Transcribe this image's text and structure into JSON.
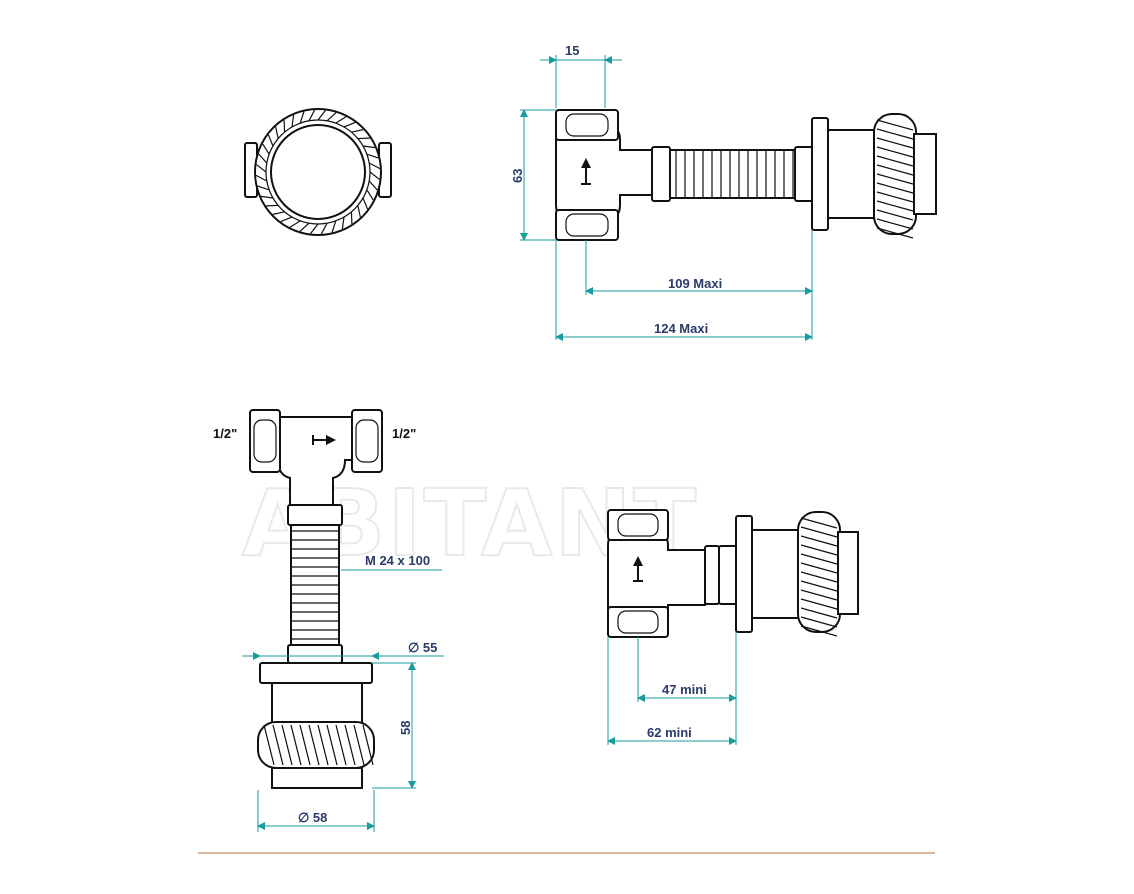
{
  "watermark": "ABITANT",
  "views": {
    "top_side": {
      "dim_top": "15",
      "dim_height": "63",
      "dim_inner": "109  Maxi",
      "dim_outer": "124  Maxi"
    },
    "front": {
      "left_thread": "1/2\"",
      "right_thread": "1/2\"",
      "tube_spec": "M  24  x 100",
      "dia_flange": "∅  55",
      "height": "58",
      "dia_knob": "∅  58"
    },
    "bottom_side": {
      "dim_inner": "47  mini",
      "dim_outer": "62  mini"
    }
  },
  "colors": {
    "dimension_line": "#1a9c9c",
    "dimension_text": "#2a3a6a",
    "outline": "#111111",
    "bottom_rule": "#c08a60"
  },
  "icons": [
    "flow-arrow-icon"
  ]
}
